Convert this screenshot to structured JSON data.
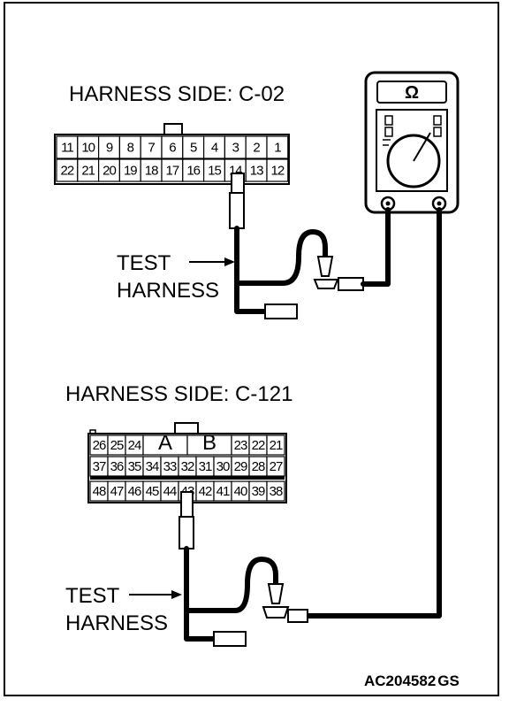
{
  "connector_c02": {
    "title": "HARNESS SIDE: C-02",
    "row1": [
      "11",
      "10",
      "9",
      "8",
      "7",
      "6",
      "5",
      "4",
      "3",
      "2",
      "1"
    ],
    "row2": [
      "22",
      "21",
      "20",
      "19",
      "18",
      "17",
      "16",
      "15",
      "14",
      "13",
      "12"
    ]
  },
  "connector_c121": {
    "title": "HARNESS SIDE: C-121",
    "row1_left": [
      "26",
      "25",
      "24"
    ],
    "row1_mid": [
      "A",
      "B"
    ],
    "row1_right": [
      "23",
      "22",
      "21"
    ],
    "row2": [
      "37",
      "36",
      "35",
      "34",
      "33",
      "32",
      "31",
      "30",
      "29",
      "28",
      "27"
    ],
    "row3": [
      "48",
      "47",
      "46",
      "45",
      "44",
      "43",
      "42",
      "41",
      "40",
      "39",
      "38"
    ]
  },
  "test_harness_label": {
    "line1": "TEST",
    "line2": "HARNESS"
  },
  "multimeter": {
    "mode_symbol": "Ω"
  },
  "figure_code": "AC204582",
  "figure_suffix": "GS"
}
